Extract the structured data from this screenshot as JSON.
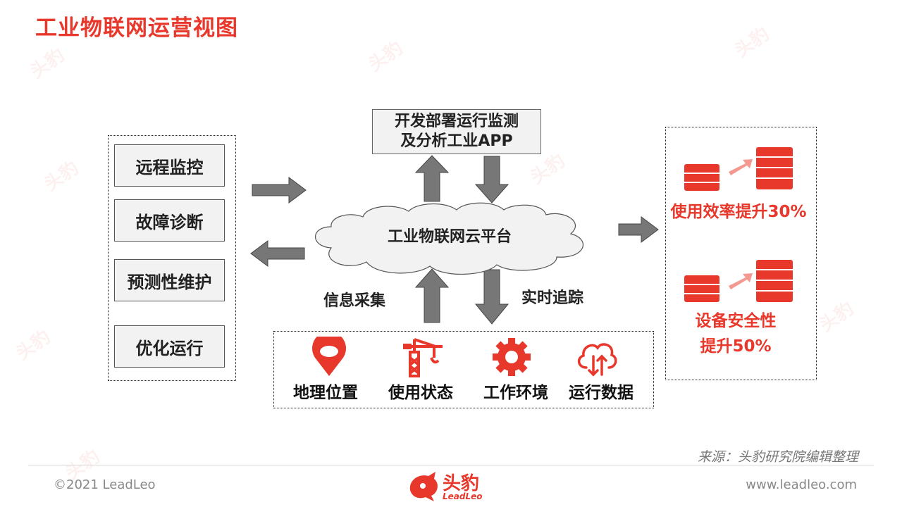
{
  "title": "工业物联网运营视图",
  "left_items": [
    "远程监控",
    "故障诊断",
    "预测性维护",
    "优化运行"
  ],
  "app_box": {
    "line1": "开发部署运行监测",
    "line2": "及分析工业APP"
  },
  "cloud_label": "工业物联网云平台",
  "collect_label": "信息采集",
  "track_label": "实时追踪",
  "bottom_icons": [
    {
      "icon": "map-pin-icon",
      "label": "地理位置"
    },
    {
      "icon": "crane-icon",
      "label": "使用状态"
    },
    {
      "icon": "gear-icon",
      "label": "工作环境"
    },
    {
      "icon": "cloud-data-icon",
      "label": "运行数据"
    }
  ],
  "results": [
    {
      "line1": "使用效率提升30%",
      "line2": ""
    },
    {
      "line1": "设备安全性",
      "line2": "提升50%"
    }
  ],
  "source": "来源：头豹研究院编辑整理",
  "copyright": "©2021 LeadLeo",
  "url": "www.leadleo.com",
  "logo": {
    "cn": "头豹",
    "en": "LeadLeo"
  },
  "colors": {
    "accent": "#e8382c",
    "arrow": "#777777",
    "box_bg": "#f2f2f2"
  }
}
